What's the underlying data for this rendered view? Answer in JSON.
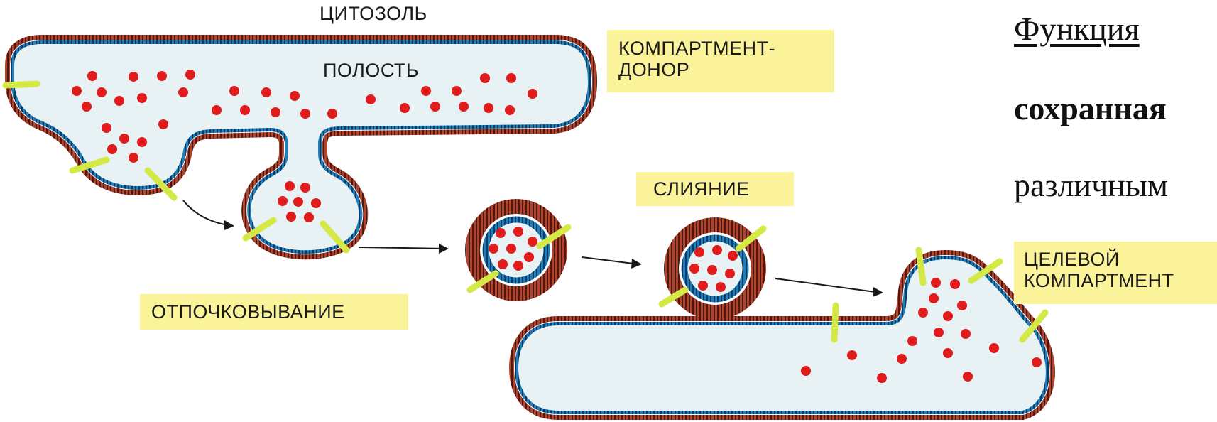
{
  "labels": {
    "cytosol": "ЦИТОЗОЛЬ",
    "lumen": "ПОЛОСТЬ",
    "donor_line1": "КОМПАРТМЕНТ-",
    "donor_line2": "ДОНОР",
    "fusion": "СЛИЯНИЕ",
    "budding": "ОТПОЧКОВЫВАНИЕ",
    "target_line1": "ЦЕЛЕВОЙ",
    "target_line2": "КОМПАРТМЕНТ"
  },
  "side_text": {
    "line1": "Функция",
    "line2": "сохранная",
    "line3": "различным"
  },
  "colors": {
    "outer_leaflet": "#b2432c",
    "inner_leaflet": "#1f7fbd",
    "lumen_fill": "#e8f1f4",
    "cargo": "#e01c1c",
    "protein": "#d4e846",
    "label_box": "#fbf39a"
  }
}
